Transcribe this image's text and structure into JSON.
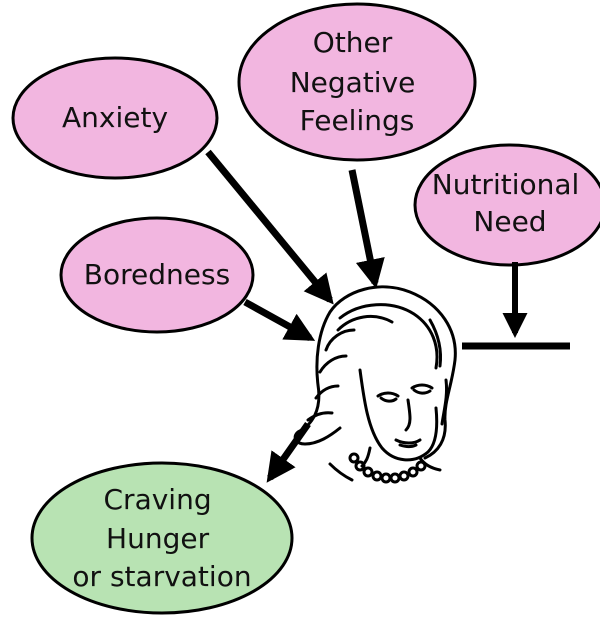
{
  "nodes": {
    "anxiety": {
      "lines": [
        "Anxiety"
      ],
      "fill": "#f2b6e0"
    },
    "other_negative_feelings": {
      "lines": [
        "Other",
        "Negative",
        "Feelings"
      ],
      "fill": "#f2b6e0"
    },
    "nutritional_need": {
      "lines": [
        "Nutritional",
        "Need"
      ],
      "fill": "#f2b6e0"
    },
    "boredness": {
      "lines": [
        "Boredness"
      ],
      "fill": "#f2b6e0"
    },
    "craving": {
      "lines": [
        "Craving",
        "Hunger",
        "or starvation"
      ],
      "fill": "#b8e3b3"
    }
  },
  "colors": {
    "arrow": "#000000",
    "outline": "#000000"
  },
  "figure": {
    "icon": "woman-face-illustration"
  }
}
